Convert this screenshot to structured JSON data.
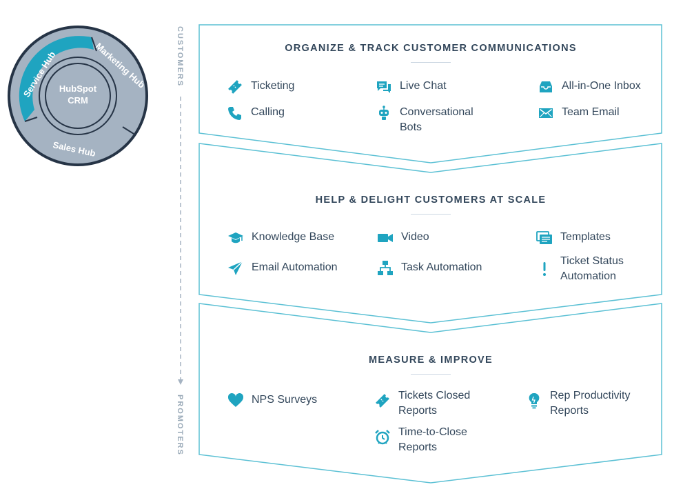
{
  "flywheel": {
    "center": [
      "HubSpot",
      "CRM"
    ],
    "segments": {
      "service": "Service Hub",
      "marketing": "Marketing Hub",
      "sales": "Sales Hub"
    }
  },
  "journey": {
    "start": "CUSTOMERS",
    "end": "PROMOTERS"
  },
  "sections": [
    {
      "title": "ORGANIZE & TRACK CUSTOMER COMMUNICATIONS",
      "items": [
        {
          "icon": "ticket-icon",
          "label": "Ticketing"
        },
        {
          "icon": "live-chat-icon",
          "label": "Live Chat"
        },
        {
          "icon": "inbox-icon",
          "label": "All-in-One Inbox"
        },
        {
          "icon": "phone-icon",
          "label": "Calling"
        },
        {
          "icon": "bot-icon",
          "label": "Conversational Bots"
        },
        {
          "icon": "email-icon",
          "label": "Team Email"
        }
      ]
    },
    {
      "title": "HELP & DELIGHT CUSTOMERS AT SCALE",
      "items": [
        {
          "icon": "graduation-cap-icon",
          "label": "Knowledge Base"
        },
        {
          "icon": "video-camera-icon",
          "label": "Video"
        },
        {
          "icon": "templates-icon",
          "label": "Templates"
        },
        {
          "icon": "paper-plane-icon",
          "label": "Email Automation"
        },
        {
          "icon": "workflow-icon",
          "label": "Task Automation"
        },
        {
          "icon": "exclamation-icon",
          "label": "Ticket Status Automation"
        }
      ]
    },
    {
      "title": "MEASURE & IMPROVE",
      "items": [
        {
          "icon": "heart-icon",
          "label": "NPS Surveys"
        },
        {
          "icon": "ticket-icon",
          "label": "Tickets Closed Reports"
        },
        {
          "icon": "lightbulb-icon",
          "label": "Rep Productivity Reports"
        },
        {
          "icon": "alarm-clock-icon",
          "label": "Time-to-Close Reports"
        }
      ]
    }
  ],
  "colors": {
    "accent": "#1fa4c0",
    "frame": "#5bc0d4",
    "text": "#33475b",
    "hub_gray": "#a5b3c2",
    "hub_dark": "#263446"
  }
}
